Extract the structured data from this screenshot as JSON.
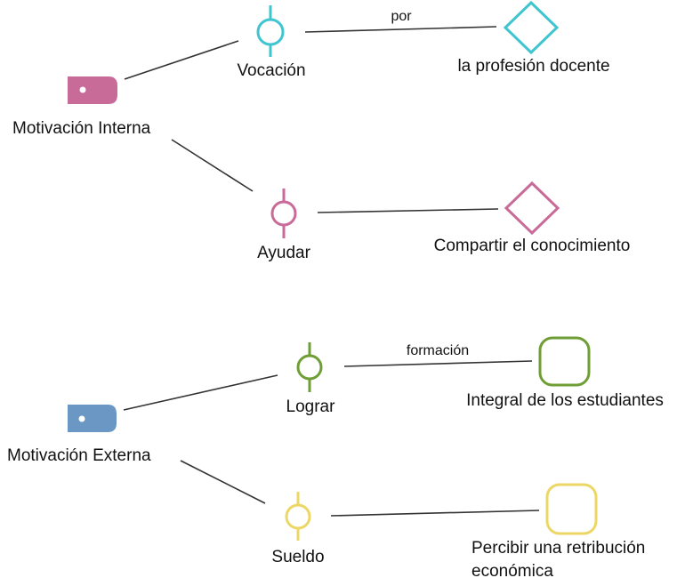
{
  "colors": {
    "pink": "#c96b98",
    "blue": "#6a97c4",
    "cyan": "#3fc5cf",
    "green": "#6e9e35",
    "yellow": "#ecd766",
    "line": "#333333"
  },
  "groups": {
    "internal": {
      "root": "Motivación Interna",
      "verbs": [
        {
          "label": "Vocación",
          "edge": "por",
          "target": "la profesión docente"
        },
        {
          "label": "Ayudar",
          "edge": "",
          "target": "Compartir el conocimiento"
        }
      ]
    },
    "external": {
      "root": "Motivación Externa",
      "verbs": [
        {
          "label": "Lograr",
          "edge": "formación",
          "target": "Integral de los estudiantes"
        },
        {
          "label": "Sueldo",
          "edge": "",
          "target_line1": "Percibir una retribución",
          "target_line2": "económica"
        }
      ]
    }
  }
}
